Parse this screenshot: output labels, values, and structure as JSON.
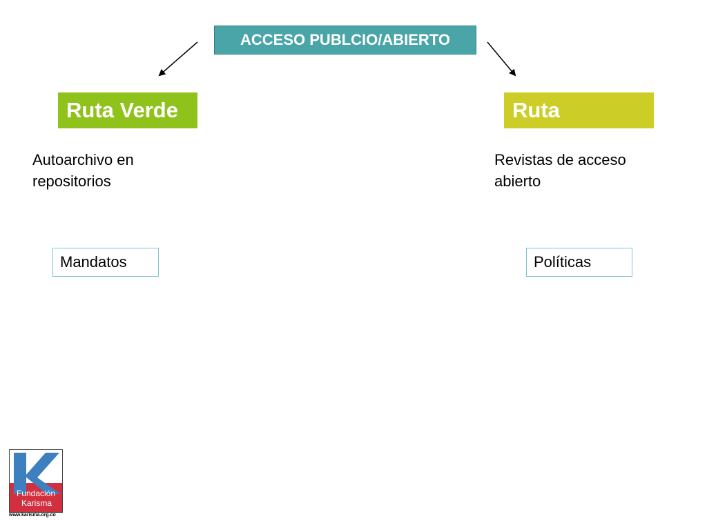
{
  "header": {
    "title": "ACCESO PUBLCIO/ABIERTO"
  },
  "routes": {
    "left": {
      "label": "Ruta Verde",
      "description_line1": "Autoarchivo en",
      "description_line2": "repositorios",
      "box_label": "Mandatos"
    },
    "right": {
      "label": "Ruta",
      "description_line1": "Revistas de acceso",
      "description_line2": "abierto",
      "box_label": "Políticas"
    }
  },
  "logo": {
    "letter": "K",
    "line1": "Fundación",
    "line2": "Karisma",
    "url": "www.karisma.org.co"
  },
  "colors": {
    "header_bg": "#4aa5a8",
    "route_green": "#8fc21b",
    "route_gold": "#cdcd27",
    "logo_blue": "#3d7fbf",
    "logo_red": "#d22f3f"
  }
}
